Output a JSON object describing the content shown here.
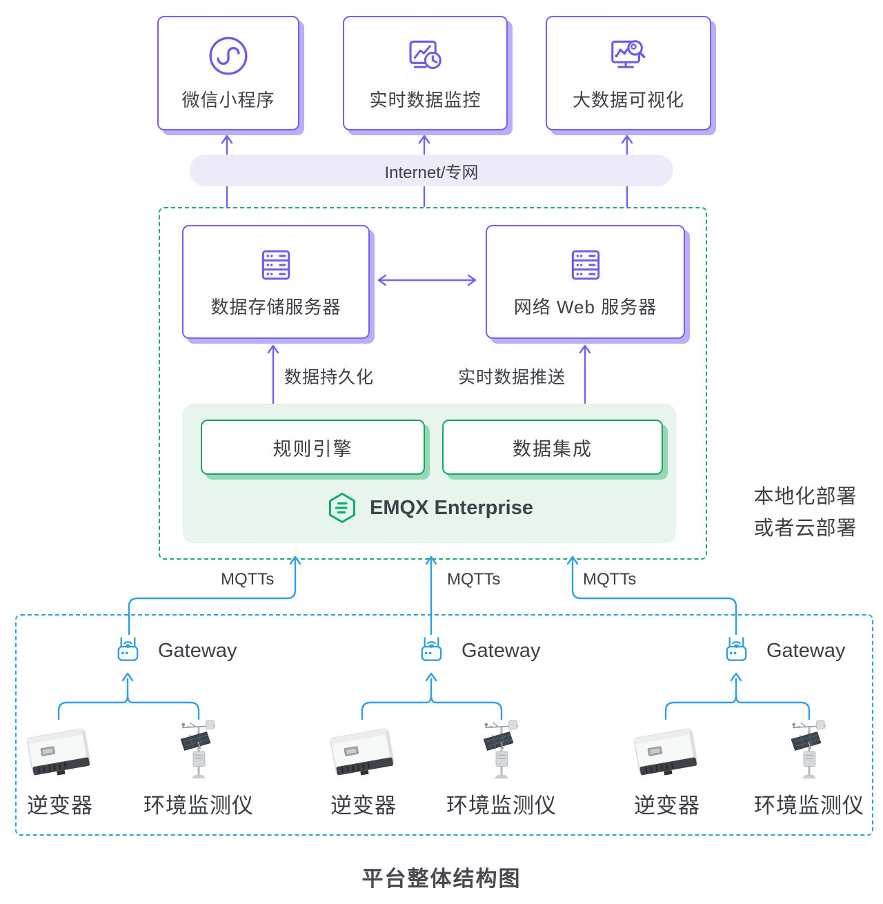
{
  "colors": {
    "purple_border": "#7163f1",
    "purple_shadow": "#b9aef9",
    "pill_bg": "#edebfa",
    "green_dash": "#23a970",
    "green_border": "#16a45f",
    "green_shadow": "#93d7b4",
    "green_panel_bg": "#e7f5ec",
    "emqx_green": "#0fae6e",
    "blue": "#2f9ee8",
    "text_dark": "#3c4148"
  },
  "top_apps": [
    {
      "label": "微信小程序",
      "icon": "wechat-miniprogram-icon"
    },
    {
      "label": "实时数据监控",
      "icon": "realtime-monitor-icon"
    },
    {
      "label": "大数据可视化",
      "icon": "bigdata-visualization-icon"
    }
  ],
  "internet": {
    "label": "Internet/专网"
  },
  "cloud": {
    "servers": [
      {
        "label": "数据存储服务器",
        "icon": "server-rack-icon"
      },
      {
        "label": "网络 Web 服务器",
        "icon": "server-rack-icon"
      }
    ],
    "flows": [
      {
        "label": "数据持久化"
      },
      {
        "label": "实时数据推送"
      }
    ],
    "modules": [
      {
        "label": "规则引擎"
      },
      {
        "label": "数据集成"
      }
    ],
    "brand": {
      "name": "EMQX Enterprise",
      "icon": "emqx-logo-icon"
    }
  },
  "deployment_note": {
    "line1": "本地化部署",
    "line2": "或者云部署"
  },
  "mqtt": {
    "labels": [
      "MQTTs",
      "MQTTs",
      "MQTTs"
    ]
  },
  "edge": {
    "groups": [
      {
        "gateway_label": "Gateway",
        "devices": [
          {
            "label": "逆变器",
            "image": "inverter-photo"
          },
          {
            "label": "环境监测仪",
            "image": "weather-station-photo"
          }
        ]
      },
      {
        "gateway_label": "Gateway",
        "devices": [
          {
            "label": "逆变器",
            "image": "inverter-photo"
          },
          {
            "label": "环境监测仪",
            "image": "weather-station-photo"
          }
        ]
      },
      {
        "gateway_label": "Gateway",
        "devices": [
          {
            "label": "逆变器",
            "image": "inverter-photo"
          },
          {
            "label": "环境监测仪",
            "image": "weather-station-photo"
          }
        ]
      }
    ]
  },
  "footer": {
    "title": "平台整体结构图"
  }
}
